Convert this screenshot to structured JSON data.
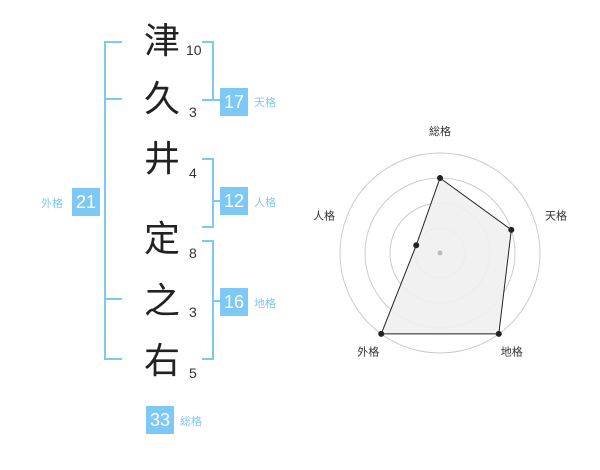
{
  "accent_color": "#7ec8f5",
  "name": {
    "characters": [
      {
        "char": "津",
        "strokes": "10"
      },
      {
        "char": "久",
        "strokes": "3"
      },
      {
        "char": "井",
        "strokes": "4"
      },
      {
        "char": "定",
        "strokes": "8"
      },
      {
        "char": "之",
        "strokes": "3"
      },
      {
        "char": "右",
        "strokes": "5"
      }
    ]
  },
  "fortunes": {
    "tenkaku": {
      "value": "17",
      "label": "天格"
    },
    "jinkaku": {
      "value": "12",
      "label": "人格"
    },
    "chikaku": {
      "value": "16",
      "label": "地格"
    },
    "gaikaku": {
      "value": "21",
      "label": "外格"
    },
    "soukaku": {
      "value": "33",
      "label": "総格"
    }
  },
  "chart_data": {
    "type": "radar",
    "axes": [
      "総格",
      "天格",
      "地格",
      "外格",
      "人格"
    ],
    "rings": 4,
    "range": [
      0,
      4
    ],
    "values": [
      3,
      3,
      4,
      4,
      1
    ],
    "grid": true,
    "fill_color": "#f0f0f0",
    "line_color": "#222222",
    "grid_color": "#cccccc"
  }
}
